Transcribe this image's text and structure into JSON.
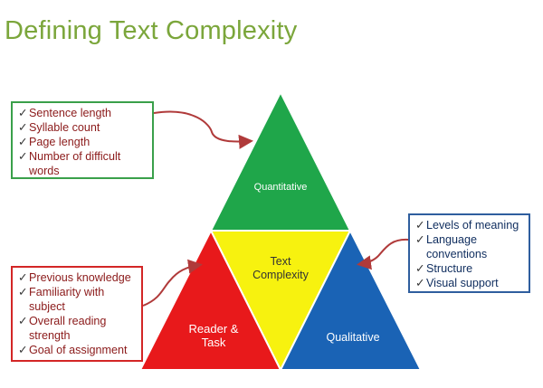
{
  "title": "Defining Text Complexity",
  "quantitative_box": {
    "items": [
      "Sentence length",
      "Syllable count",
      "Page length",
      "Number of difficult words"
    ]
  },
  "reader_task_box": {
    "items": [
      "Previous knowledge",
      "Familiarity with subject",
      "Overall reading strength",
      "Goal of assignment"
    ]
  },
  "qualitative_box": {
    "items": [
      "Levels of meaning",
      "Language conventions",
      "Structure",
      "Visual support"
    ]
  },
  "triangle": {
    "top_label": "Quantitative",
    "center_label_line1": "Text",
    "center_label_line2": "Complexity",
    "left_label_line1": "Reader &",
    "left_label_line2": "Task",
    "right_label": "Qualitative"
  },
  "check_glyph": "✓",
  "colors": {
    "title": "#7ba63b",
    "quantitative": "#1fa64a",
    "text_complexity": "#f7f20f",
    "reader_task": "#e8191b",
    "qualitative": "#1a63b5",
    "arrow": "#b03a3a"
  }
}
